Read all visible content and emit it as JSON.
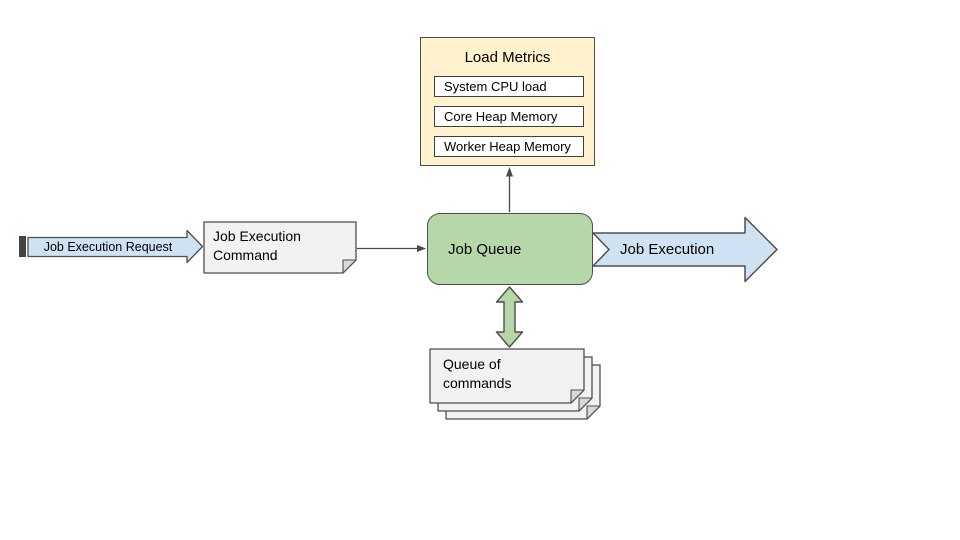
{
  "colors": {
    "light_yellow": "#fff2cc",
    "light_blue": "#cfe2f3",
    "green": "#b6d7a8",
    "light_gray": "#f2f2f2",
    "fold_gray": "#d9d9d9",
    "stripe_dark": "#434343",
    "border": "#4e4e4e"
  },
  "load_metrics": {
    "title": "Load Metrics",
    "items": [
      "System CPU load",
      "Core Heap Memory",
      "Worker Heap Memory"
    ]
  },
  "request_arrow": {
    "label": "Job Execution Request"
  },
  "command_note": {
    "label": "Job Execution Command"
  },
  "job_queue": {
    "label": "Job Queue"
  },
  "execution_arrow": {
    "label": "Job Execution"
  },
  "queue_stack": {
    "label": "Queue of commands"
  }
}
